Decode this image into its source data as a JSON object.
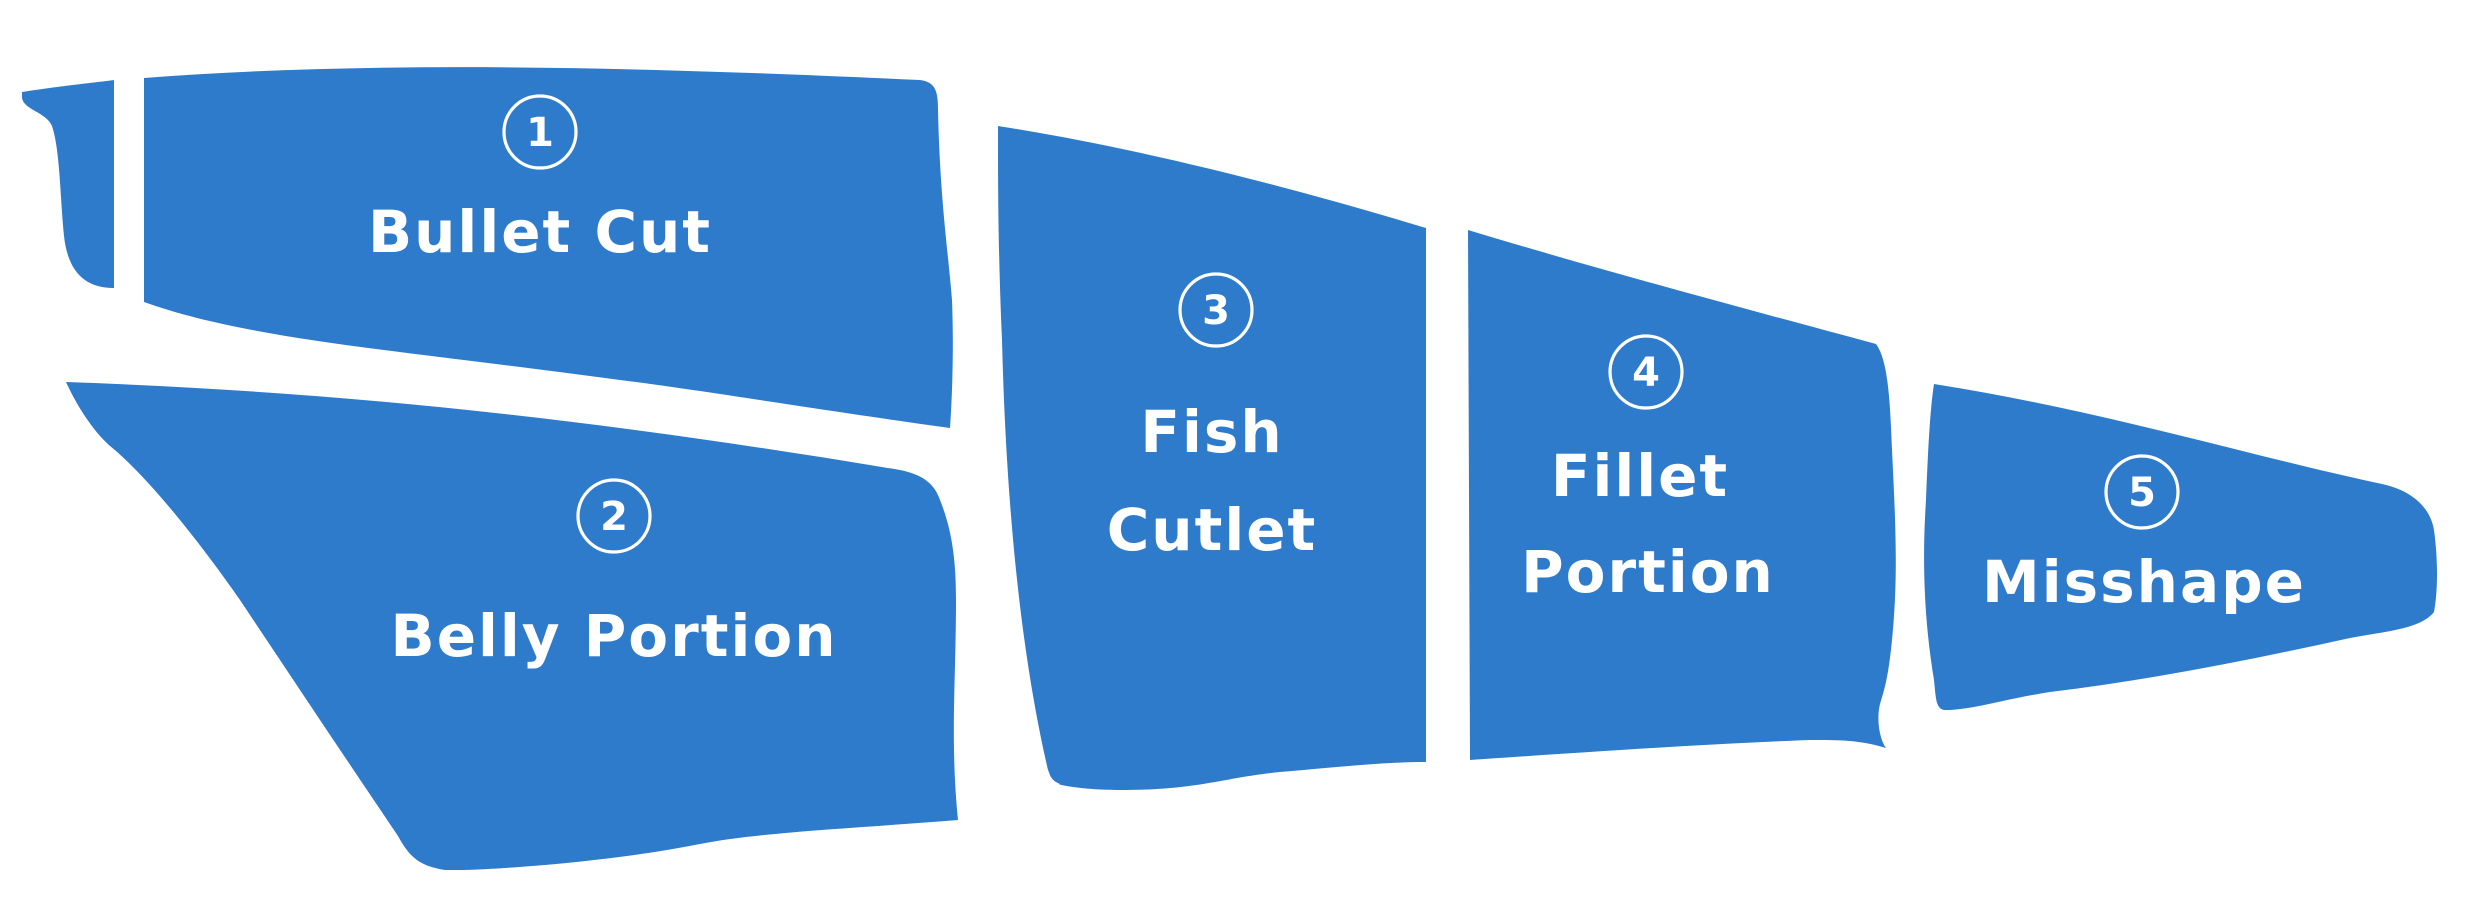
{
  "palette": {
    "cut_fill": "#2e7bcb",
    "text": "#ffffff",
    "background": "#ffffff"
  },
  "cuts": [
    {
      "number": "1",
      "lines": [
        "Bullet Cut"
      ]
    },
    {
      "number": "2",
      "lines": [
        "Belly Portion"
      ]
    },
    {
      "number": "3",
      "lines": [
        "Fish",
        "Cutlet"
      ]
    },
    {
      "number": "4",
      "lines": [
        "Fillet",
        "Portion"
      ]
    },
    {
      "number": "5",
      "lines": [
        "Misshape"
      ]
    }
  ]
}
